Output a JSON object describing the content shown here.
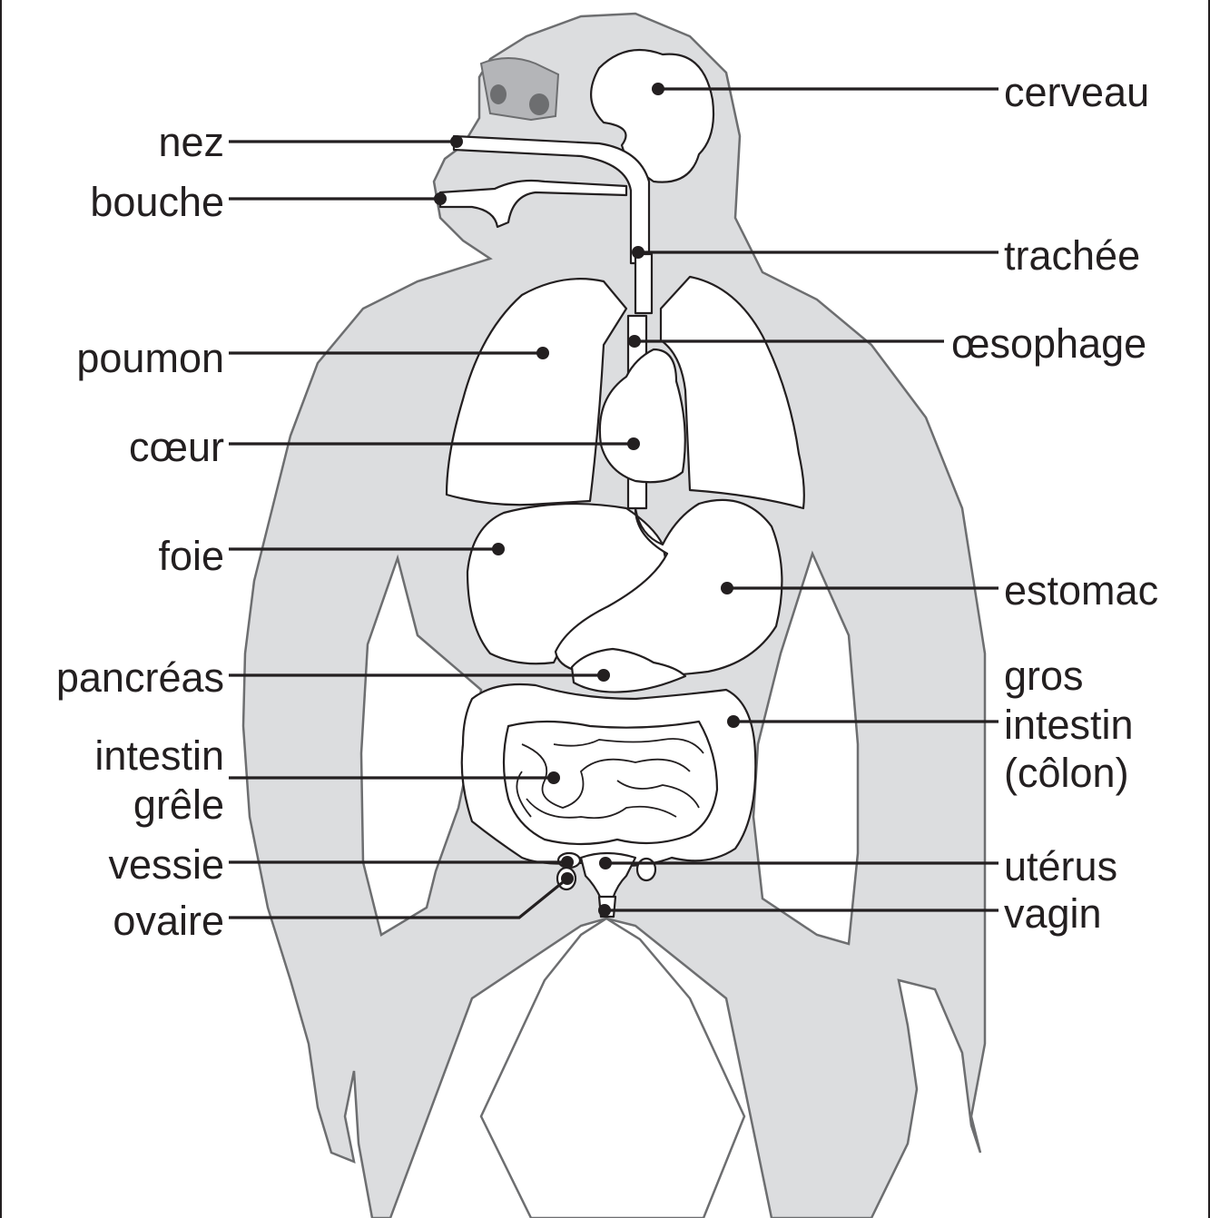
{
  "labels": {
    "left": {
      "nez": "nez",
      "bouche": "bouche",
      "poumon": "poumon",
      "coeur": "cœur",
      "foie": "foie",
      "pancreas": "pancréas",
      "intestin_grele": [
        "intestin",
        "grêle"
      ],
      "vessie": "vessie",
      "ovaire": "ovaire"
    },
    "right": {
      "cerveau": "cerveau",
      "trachee": "trachée",
      "oesophage": "œsophage",
      "estomac": "estomac",
      "gros_intestin": [
        "gros",
        "intestin",
        "(côlon)"
      ],
      "uterus": "utérus",
      "vagin": "vagin"
    }
  },
  "colors": {
    "body_fill": "#dcdddf",
    "body_outline": "#6d6e70",
    "organ_fill": "#ffffff",
    "ink": "#231f20"
  }
}
